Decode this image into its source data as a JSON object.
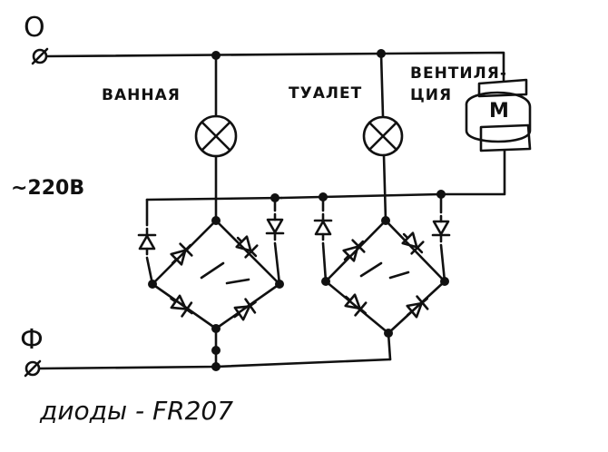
{
  "terminals": {
    "neutral_symbol": "О",
    "phase_symbol": "Ф",
    "voltage": "~220В"
  },
  "loads": {
    "bath": "ВАННАЯ",
    "toilet": "ТУАЛЕТ",
    "fan_line1": "ВЕНТИЛЯ-",
    "fan_line2": "ЦИЯ",
    "motor": "М"
  },
  "footnote": "диоды - FR207",
  "colors": {
    "ink": "#111111",
    "paper": "#ffffff"
  }
}
